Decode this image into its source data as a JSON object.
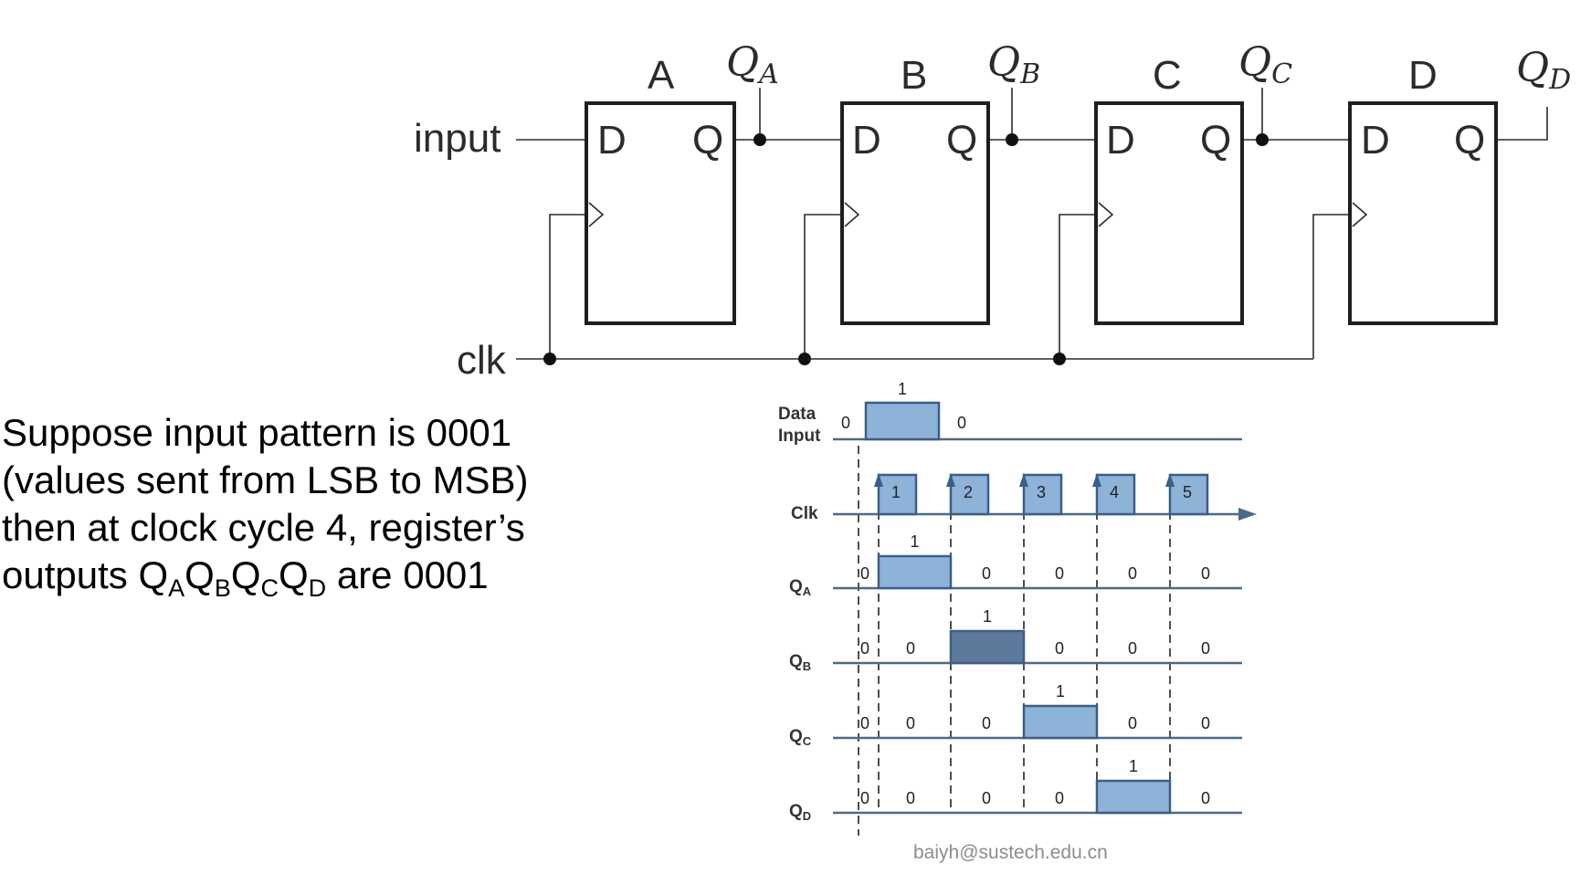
{
  "circuit": {
    "input_label": "input",
    "clk_label": "clk",
    "flip_flops": [
      {
        "name": "A",
        "d_pin": "D",
        "q_pin": "Q",
        "out_main": "Q",
        "out_sub": "A"
      },
      {
        "name": "B",
        "d_pin": "D",
        "q_pin": "Q",
        "out_main": "Q",
        "out_sub": "B"
      },
      {
        "name": "C",
        "d_pin": "D",
        "q_pin": "Q",
        "out_main": "Q",
        "out_sub": "C"
      },
      {
        "name": "D",
        "d_pin": "D",
        "q_pin": "Q",
        "out_main": "Q",
        "out_sub": "D"
      }
    ]
  },
  "timing": {
    "data_input": {
      "label_line1": "Data",
      "label_line2": "Input",
      "values": [
        "0",
        "1",
        "0"
      ]
    },
    "clock": {
      "label": "Clk",
      "pulses": [
        "1",
        "2",
        "3",
        "4",
        "5"
      ]
    },
    "outputs": [
      {
        "main": "Q",
        "sub": "A",
        "levels": [
          "0",
          "1",
          "0",
          "0",
          "0",
          "0"
        ]
      },
      {
        "main": "Q",
        "sub": "B",
        "levels": [
          "0",
          "0",
          "1",
          "0",
          "0",
          "0"
        ]
      },
      {
        "main": "Q",
        "sub": "C",
        "levels": [
          "0",
          "0",
          "0",
          "1",
          "0",
          "0"
        ]
      },
      {
        "main": "Q",
        "sub": "D",
        "levels": [
          "0",
          "0",
          "0",
          "0",
          "1",
          "0"
        ]
      }
    ],
    "colors": {
      "pulse_fill": "#8eb3d9",
      "pulse_fill_dark": "#5d7a9c",
      "pulse_stroke": "#3b5f86"
    }
  },
  "caption": {
    "line1": "Suppose input pattern is 0001",
    "line2": "(values sent from LSB to MSB)",
    "line3": "then at clock cycle 4, register’s",
    "line4_prefix": "outputs ",
    "outputs": [
      {
        "main": "Q",
        "sub": "A"
      },
      {
        "main": "Q",
        "sub": "B"
      },
      {
        "main": "Q",
        "sub": "C"
      },
      {
        "main": "Q",
        "sub": "D"
      }
    ],
    "line4_suffix": " are 0001"
  },
  "footer": {
    "email": "baiyh@sustech.edu.cn"
  }
}
